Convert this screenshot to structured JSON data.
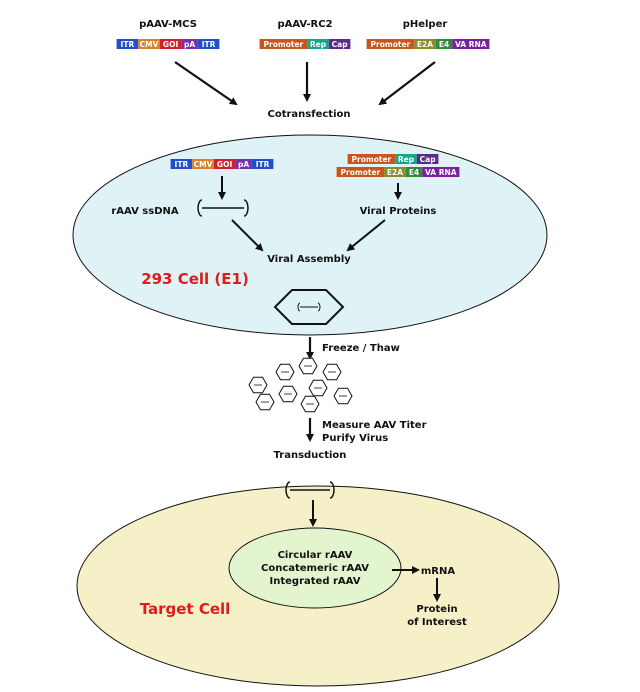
{
  "plasmids": [
    {
      "title": "pAAV-MCS",
      "segments": [
        "ITR",
        "CMV",
        "GOI",
        "pA",
        "ITR"
      ]
    },
    {
      "title": "pAAV-RC2",
      "segments": [
        "Promoter",
        "Rep",
        "Cap"
      ]
    },
    {
      "title": "pHelper",
      "segments": [
        "Promoter",
        "E2A",
        "E4",
        "VA RNA"
      ]
    }
  ],
  "segment_colors": {
    "ITR": "#1f4fcf",
    "CMV": "#d9822b",
    "GOI": "#d61f2c",
    "pA": "#7a2fa8",
    "Promoter": "#c8561b",
    "Rep": "#17a589",
    "Cap": "#5b2a86",
    "E2A": "#8c8c2a",
    "E4": "#2e8b3a",
    "VA RNA": "#7b1fa2"
  },
  "steps": {
    "cotransfection": "Cotransfection",
    "rAAV_ssdna": "rAAV ssDNA",
    "viral_proteins": "Viral Proteins",
    "viral_assembly": "Viral Assembly",
    "freeze_thaw": "Freeze / Thaw",
    "measure_titer": "Measure AAV Titer",
    "purify": "Purify Virus",
    "transduction": "Transduction"
  },
  "cells": {
    "producer": "293 Cell (E1)",
    "target": "Target Cell",
    "title_color": "#e01b1b",
    "producer_fill": "#dff3f6",
    "target_fill": "#f6f0c8",
    "nucleus_fill": "#e3f5cf"
  },
  "nucleus_lines": [
    "Circular rAAV",
    "Concatemeric rAAV",
    "Integrated rAAV"
  ],
  "outputs": {
    "mrna": "mRNA",
    "protein_lines": [
      "Protein",
      "of Interest"
    ]
  }
}
